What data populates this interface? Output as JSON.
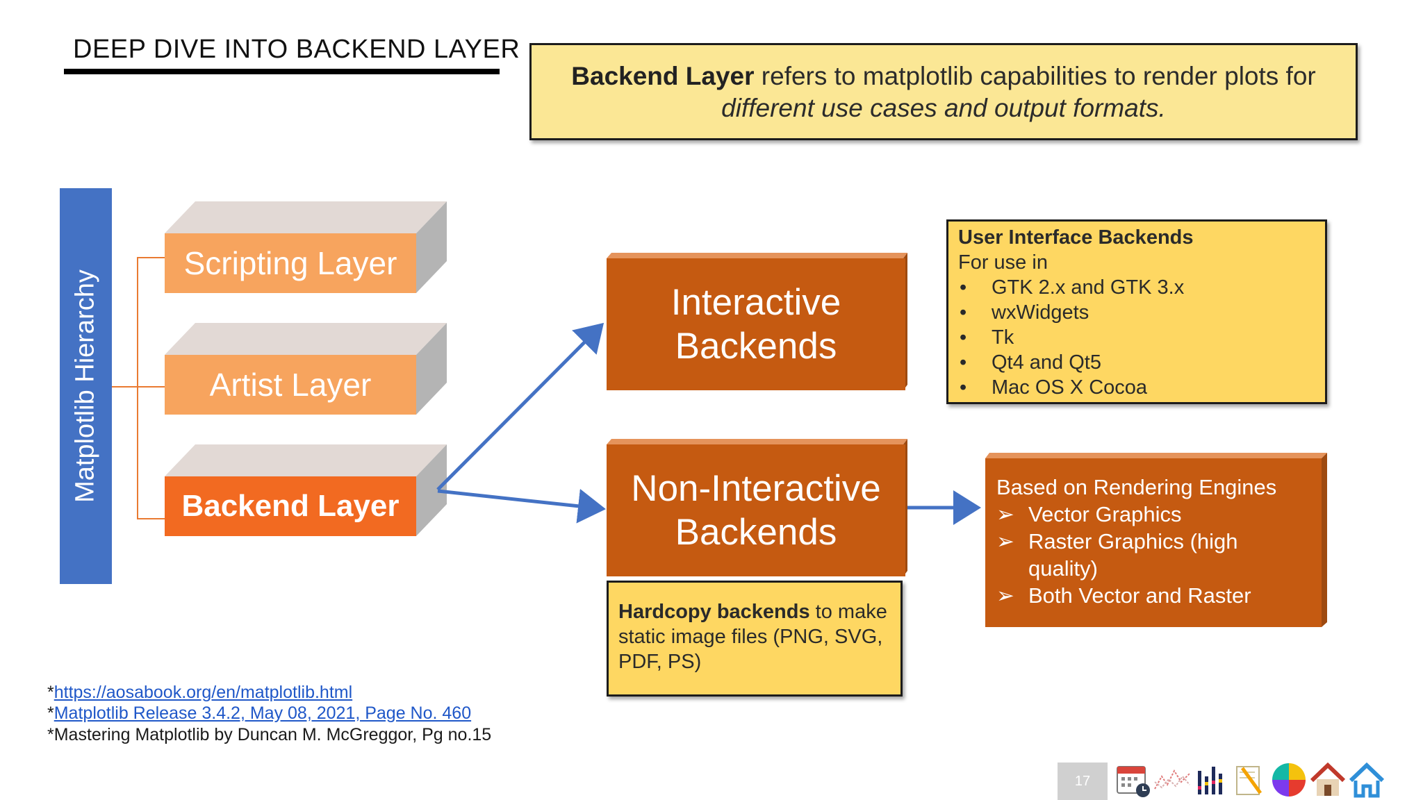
{
  "slide": {
    "title": "DEEP DIVE INTO BACKEND LAYER",
    "page_number": "17"
  },
  "definition": {
    "bold": "Backend Layer",
    "rest": " refers to matplotlib capabilities to render plots for",
    "italic": "different use cases and output formats."
  },
  "hierarchy": {
    "label": "Matplotlib Hierarchy",
    "layers": [
      {
        "label": "Scripting Layer"
      },
      {
        "label": "Artist Layer"
      },
      {
        "label": "Backend Layer"
      }
    ]
  },
  "interactive": {
    "line1": "Interactive",
    "line2": "Backends"
  },
  "non_interactive": {
    "line1": "Non-Interactive",
    "line2": "Backends"
  },
  "ui_backends": {
    "heading": "User Interface Backends",
    "intro": "For use in",
    "bullet": "•",
    "items": [
      "GTK 2.x and GTK 3.x",
      "wxWidgets",
      "Tk",
      "Qt4 and Qt5",
      "Mac OS X Cocoa"
    ]
  },
  "hardcopy": {
    "bold": "Hardcopy backends",
    "rest": " to make static image files (PNG, SVG, PDF, PS)"
  },
  "engines": {
    "intro": "Based on Rendering Engines",
    "marker": "➢",
    "items": [
      "Vector Graphics",
      "Raster Graphics (high quality)",
      "Both Vector and Raster"
    ]
  },
  "footnotes": {
    "ref1_prefix": "*",
    "ref1_link": "https://aosabook.org/en/matplotlib.html",
    "ref2_prefix": "*",
    "ref2_link": "Matplotlib Release 3.4.2, May 08, 2021, Page No. 460",
    "ref3": "*Mastering Matplotlib by Duncan M. McGreggor, Pg no.15"
  },
  "colors": {
    "hierarchy_bar": "#4472c4",
    "layer_light": "#f7a45e",
    "layer_active": "#f26a21",
    "mode_box": "#c55a11",
    "note_yellow": "#fed762",
    "arrow_blue": "#4472c4"
  },
  "icons": [
    "calendar-icon",
    "line-chart-icon",
    "bar-chart-icon",
    "pencil-note-icon",
    "color-wheel-icon",
    "home-red-icon",
    "home-blue-icon"
  ]
}
